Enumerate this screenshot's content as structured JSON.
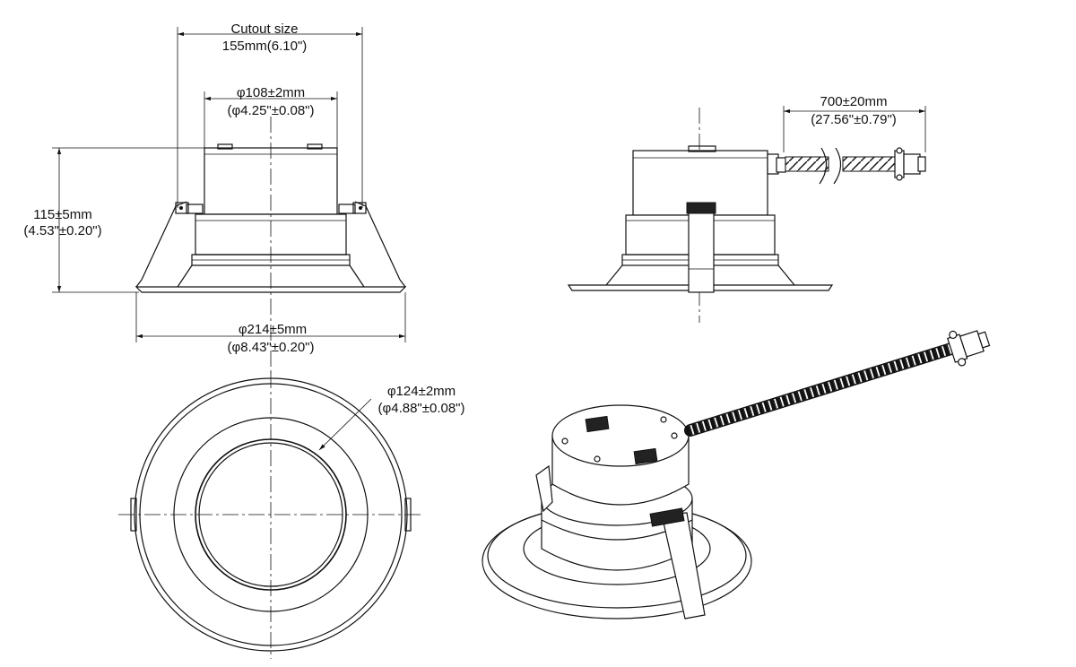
{
  "dimensions": {
    "cutout_label": "Cutout size",
    "cutout_value": "155mm(6.10\")",
    "top_dia_mm": "φ108±2mm",
    "top_dia_in": "(φ4.25\"±0.08\")",
    "height_mm": "115±5mm",
    "height_in": "(4.53\"±0.20\")",
    "flange_dia_mm": "φ214±5mm",
    "flange_dia_in": "(φ8.43\"±0.20\")",
    "cable_len_mm": "700±20mm",
    "cable_len_in": "(27.56\"±0.79\")",
    "lens_dia_mm": "φ124±2mm",
    "lens_dia_in": "(φ4.88\"±0.08\")"
  },
  "views": [
    "front-elevation",
    "side-elevation",
    "bottom-plan",
    "isometric"
  ]
}
